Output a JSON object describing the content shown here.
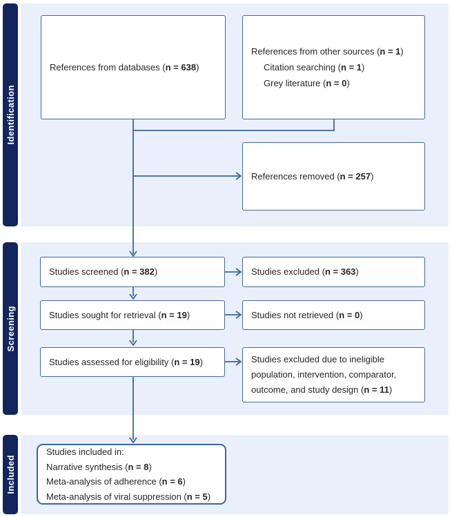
{
  "colors": {
    "navy": "#13255D",
    "band": "#E9F0FB",
    "border": "#41689E",
    "borderStrong": "#3A659B",
    "arrow": "#3F6699",
    "text": "#262626"
  },
  "sections": [
    {
      "label": "Identification"
    },
    {
      "label": "Screening"
    },
    {
      "label": "Included"
    }
  ],
  "boxes": {
    "databases": {
      "lines": [
        {
          "pre": "References from databases (",
          "bold": "n = 638",
          "post": ")"
        }
      ]
    },
    "other_sources": {
      "lines": [
        {
          "pre": "References from other sources (",
          "bold": "n = 1",
          "post": ")"
        },
        {
          "pre": "Citation searching (",
          "bold": "n = 1",
          "post": ")"
        },
        {
          "pre": "Grey literature (",
          "bold": "n = 0",
          "post": ")"
        }
      ]
    },
    "removed": {
      "lines": [
        {
          "pre": "References removed (",
          "bold": "n = 257",
          "post": ")"
        }
      ]
    },
    "screened": {
      "lines": [
        {
          "pre": "Studies screened (",
          "bold": "n = 382",
          "post": ")"
        }
      ]
    },
    "excluded": {
      "lines": [
        {
          "pre": "Studies excluded (",
          "bold": "n = 363",
          "post": ")"
        }
      ]
    },
    "sought": {
      "lines": [
        {
          "pre": "Studies sought for retrieval (",
          "bold": "n = 19",
          "post": ")"
        }
      ]
    },
    "not_retrieved": {
      "lines": [
        {
          "pre": "Studies not retrieved (",
          "bold": "n = 0",
          "post": ")"
        }
      ]
    },
    "assessed": {
      "lines": [
        {
          "pre": "Studies assessed for eligibility (",
          "bold": "n = 19",
          "post": ")"
        }
      ]
    },
    "ineligible": {
      "lines": [
        {
          "pre": "Studies excluded due to ineligible",
          "bold": "",
          "post": ""
        },
        {
          "pre": "population, intervention, comparator,",
          "bold": "",
          "post": ""
        },
        {
          "pre": "outcome, and study design (",
          "bold": "n = 11",
          "post": ")"
        }
      ]
    },
    "included": {
      "lines": [
        {
          "pre": "Studies included in:",
          "bold": "",
          "post": ""
        },
        {
          "pre": "Narrative synthesis (",
          "bold": "n = 8",
          "post": ")"
        },
        {
          "pre": "Meta-analysis of adherence (",
          "bold": "n = 6",
          "post": ")"
        },
        {
          "pre": "Meta-analysis of viral suppression (",
          "bold": "n = 5",
          "post": ")"
        }
      ]
    }
  }
}
